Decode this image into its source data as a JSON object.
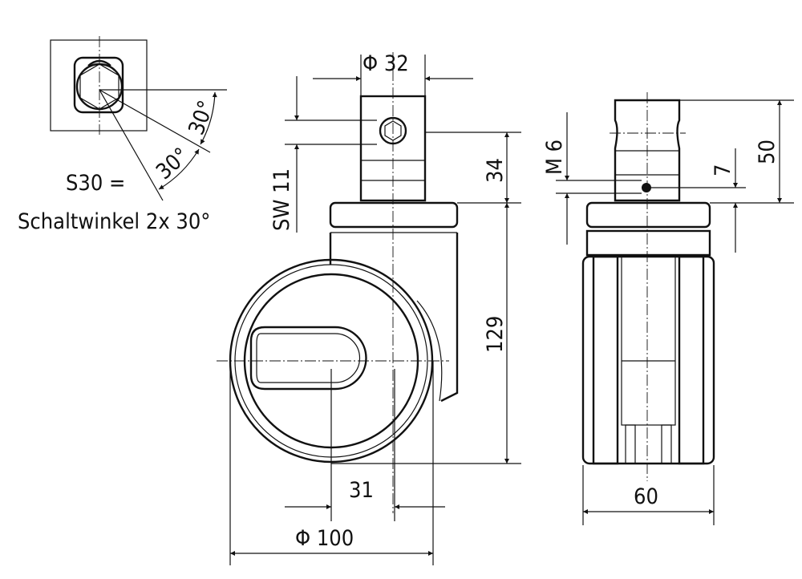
{
  "switch_view": {
    "angle_1": "30°",
    "angle_2": "30°",
    "code": "S30 =",
    "description": "Schaltwinkel 2x 30°"
  },
  "front_view": {
    "stem_diameter": "Φ 32",
    "wrench_size": "SW 11",
    "stem_height": "34",
    "total_height": "129",
    "offset": "31",
    "wheel_diameter": "Φ 100"
  },
  "side_view": {
    "thread": "M 6",
    "hole_offset": "7",
    "stem_length": "50",
    "wheel_width": "60"
  }
}
